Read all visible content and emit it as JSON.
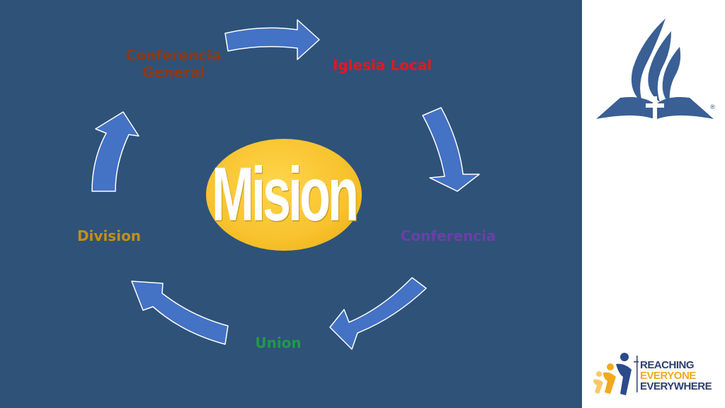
{
  "diagram": {
    "center": "Mision",
    "nodes": [
      {
        "id": "conferencia-general",
        "line1": "Conferencia",
        "line2": "General",
        "color": "#8b3a16"
      },
      {
        "id": "iglesia-local",
        "line1": "Iglesia Local",
        "color": "#e0191f"
      },
      {
        "id": "conferencia",
        "line1": "Conferencia",
        "color": "#6b3fa8"
      },
      {
        "id": "union",
        "line1": "Union",
        "color": "#1f9a49"
      },
      {
        "id": "division",
        "line1": "Division",
        "color": "#c28f18"
      }
    ],
    "arrow_color": "#4472c4",
    "background_color": "#2f5279"
  },
  "branding": {
    "tagline": [
      "REACHING",
      "EVERYONE",
      "EVERYWHERE"
    ],
    "registered_mark": "®"
  }
}
